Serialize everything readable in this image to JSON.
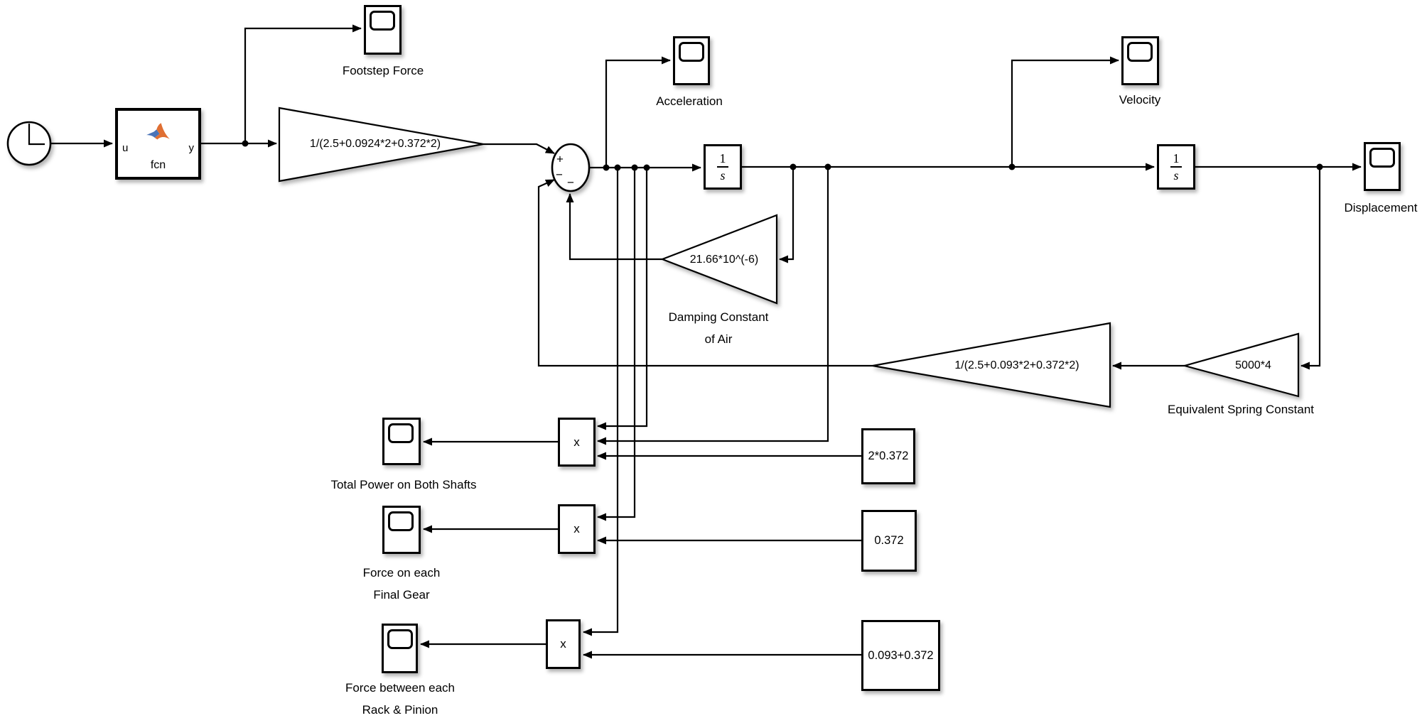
{
  "colors": {
    "wire": "#000000",
    "block_border": "#000000",
    "block_fill": "#ffffff",
    "canvas_bg": "#ffffff",
    "matlab_logo_orange": "#e06f33",
    "matlab_logo_blue": "#4a74b8"
  },
  "blocks": {
    "fcn": {
      "port_in": "u",
      "port_out": "y",
      "label": "fcn"
    },
    "input_gain": {
      "value": "1/(2.5+0.0924*2+0.372*2)"
    },
    "sum": {
      "sign_top": "+",
      "sign_left": "−",
      "sign_bottom": "−"
    },
    "integrator": {
      "numerator": "1",
      "denominator": "s"
    },
    "damping_gain": {
      "value": "21.66*10^(-6)",
      "label_line1": "Damping Constant",
      "label_line2": "of Air"
    },
    "mass_gain": {
      "value": "1/(2.5+0.093*2+0.372*2)"
    },
    "spring_gain": {
      "value": "5000*4",
      "label": "Equivalent Spring Constant"
    },
    "product": {
      "symbol": "x"
    },
    "constants": {
      "c_power": "2*0.372",
      "c_gear": "0.372",
      "c_rack": "0.093+0.372"
    }
  },
  "scopes": {
    "footstep_force": "Footstep Force",
    "acceleration": "Acceleration",
    "velocity": "Velocity",
    "displacement": "Displacement",
    "total_power": "Total Power on Both Shafts",
    "force_final_gear_line1": "Force on each",
    "force_final_gear_line2": "Final Gear",
    "rack_pinion_line1": "Force between each",
    "rack_pinion_line2": "Rack & Pinion"
  }
}
